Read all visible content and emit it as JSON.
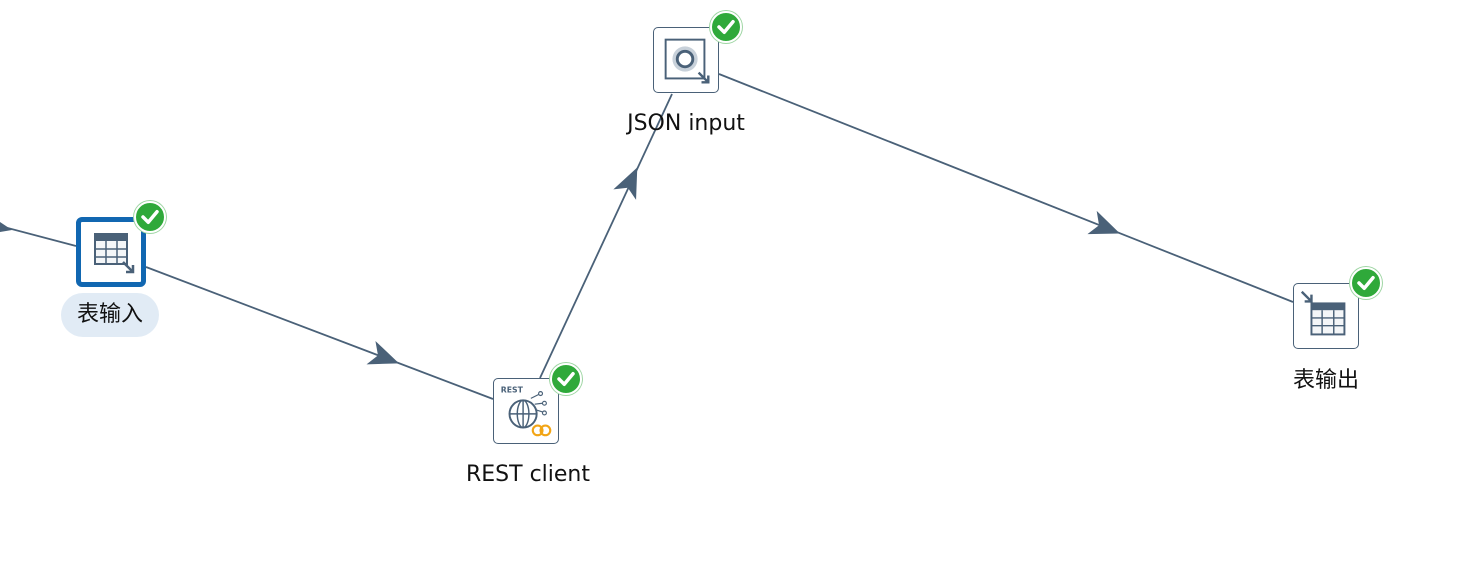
{
  "colors": {
    "hop": "#4a6178",
    "selection": "#1167b1",
    "label_highlight": "#e1ebf5",
    "ok": "#2fa93a",
    "rest_badge": "#f2a516"
  },
  "steps": [
    {
      "id": "table-input",
      "label": "表输入",
      "icon": "table-input-icon",
      "status": "ok",
      "selected": true
    },
    {
      "id": "rest-client",
      "label": "REST client",
      "icon": "rest-client-icon",
      "status": "ok",
      "selected": false
    },
    {
      "id": "json-input",
      "label": "JSON input",
      "icon": "json-input-icon",
      "status": "ok",
      "selected": false
    },
    {
      "id": "table-output",
      "label": "表输出",
      "icon": "table-output-icon",
      "status": "ok",
      "selected": false
    }
  ]
}
